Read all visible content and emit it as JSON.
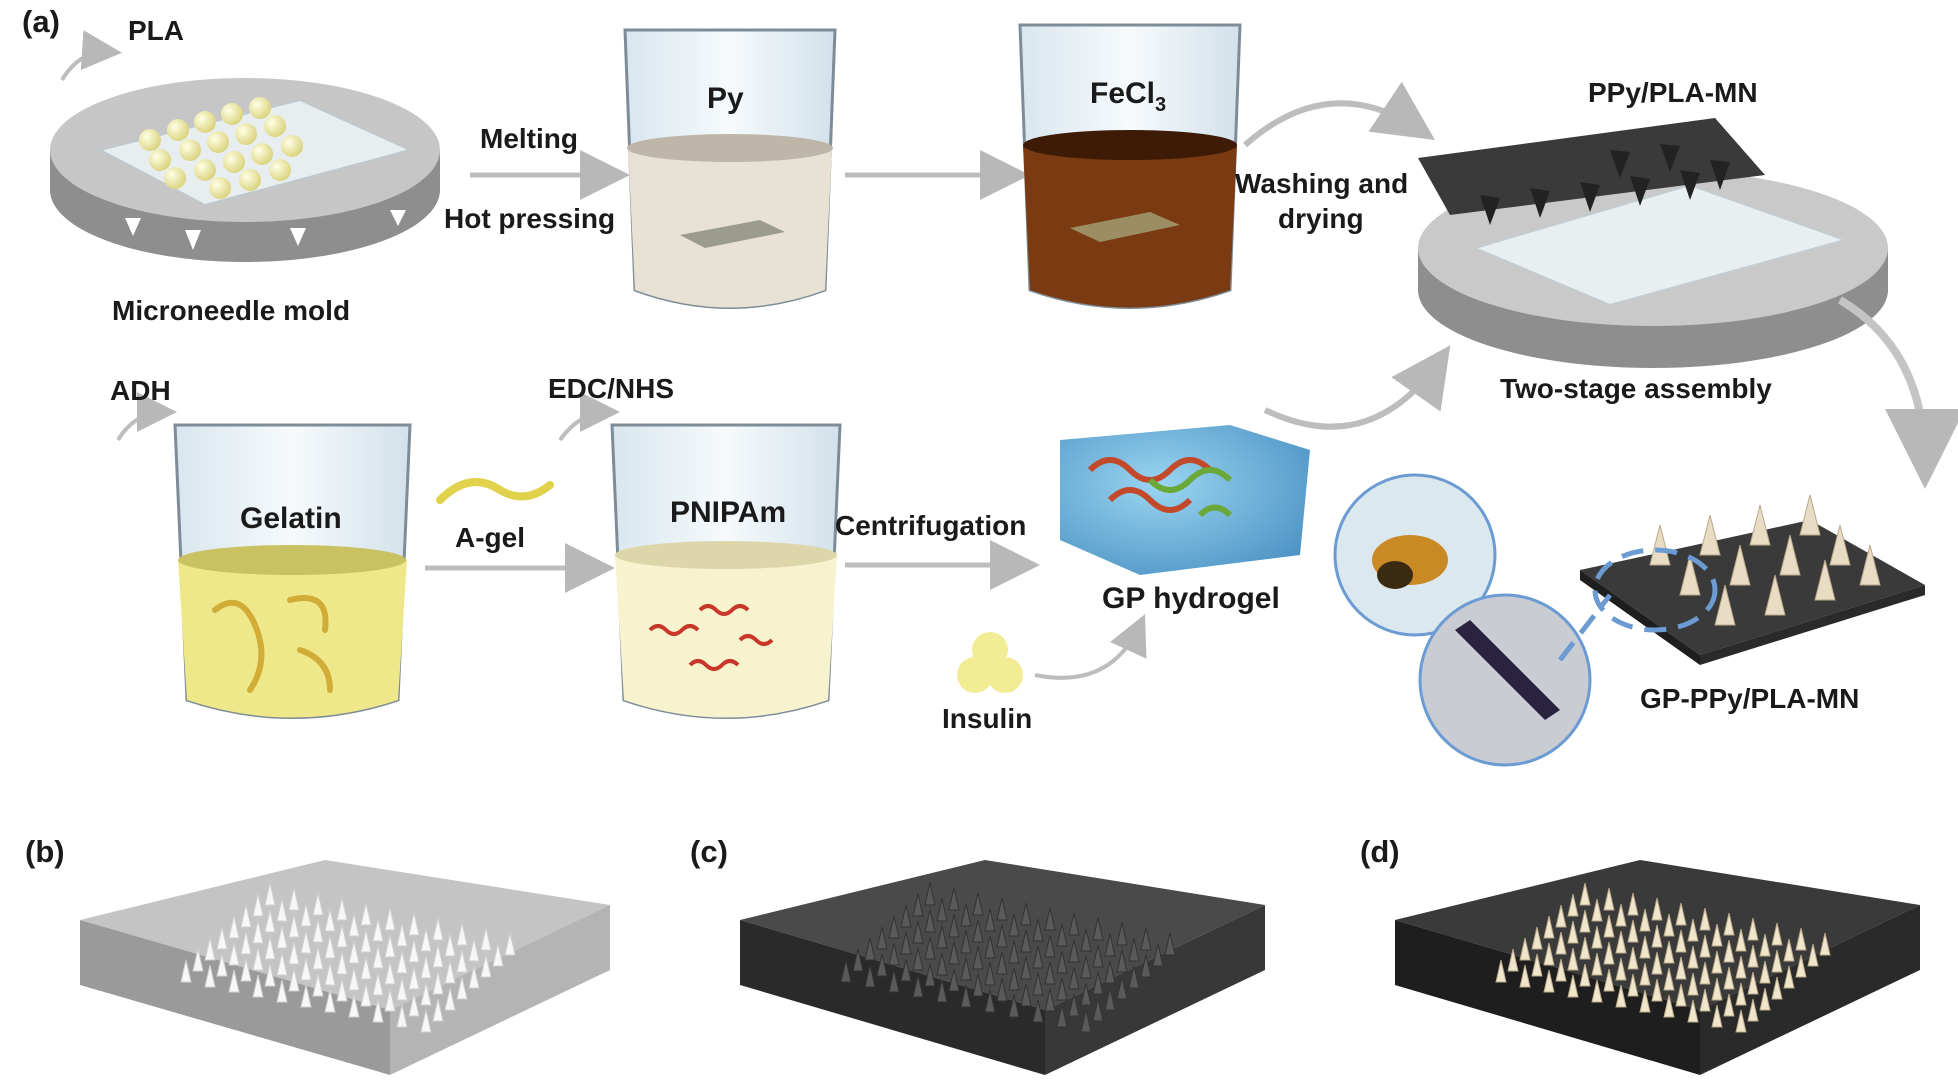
{
  "panels": {
    "a": "(a)",
    "b": "(b)",
    "c": "(c)",
    "d": "(d)"
  },
  "labels": {
    "pla": "PLA",
    "mold": "Microneedle mold",
    "melting": "Melting",
    "hot_pressing": "Hot pressing",
    "py": "Py",
    "fecl3_base": "FeCl",
    "fecl3_sub": "3",
    "washing_1": "Washing and",
    "washing_2": "drying",
    "ppy_mn": "PPy/PLA-MN",
    "two_stage": "Two-stage assembly",
    "adh": "ADH",
    "gelatin": "Gelatin",
    "a_gel": "A-gel",
    "edc_nhs": "EDC/NHS",
    "pnipam": "PNIPAm",
    "centrifugation": "Centrifugation",
    "gp_hydrogel": "GP hydrogel",
    "insulin": "Insulin",
    "gp_ppy_mn": "GP-PPy/PLA-MN"
  },
  "colors": {
    "pla_bead": "#f3efa6",
    "py_liquid": "#e7e2d4",
    "fecl3_liquid": "#7a3a12",
    "gelatin_liquid": "#efe88a",
    "pnipam_liquid": "#f7f3cf",
    "pnipam_chain": "#c8372a",
    "hydrogel": "#4aa7d8",
    "ppy_dark": "#2f2f2f",
    "mold_gray": "#9d9d9d",
    "arrow_gray": "#bdbdbd",
    "dashed_circle": "#6b9bd2"
  }
}
